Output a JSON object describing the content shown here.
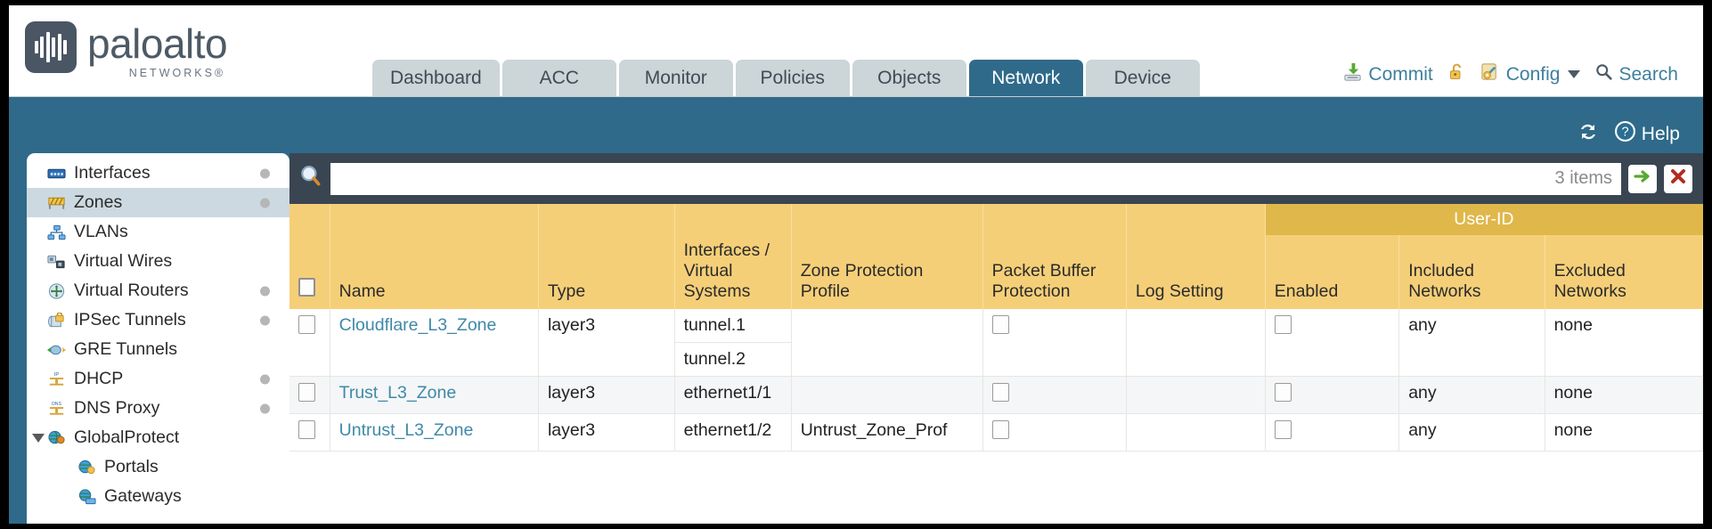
{
  "brand": {
    "name": "paloalto",
    "tagline": "NETWORKS",
    "registered": "®"
  },
  "tabs": [
    {
      "label": "Dashboard",
      "active": false
    },
    {
      "label": "ACC",
      "active": false
    },
    {
      "label": "Monitor",
      "active": false
    },
    {
      "label": "Policies",
      "active": false
    },
    {
      "label": "Objects",
      "active": false
    },
    {
      "label": "Network",
      "active": true
    },
    {
      "label": "Device",
      "active": false
    }
  ],
  "header_tools": [
    {
      "label": "Commit",
      "icon": "commit-save-icon"
    },
    {
      "label": "",
      "icon": "unlock-padlock-icon"
    },
    {
      "label": "Config",
      "icon": "config-wrench-icon",
      "dropdown": true
    },
    {
      "label": "Search",
      "icon": "search-magnifier-icon"
    }
  ],
  "banner": {
    "refresh_label": "",
    "help_label": "Help"
  },
  "sidebar": {
    "items": [
      {
        "label": "Interfaces",
        "icon": "interfaces-icon",
        "dot": true,
        "selected": false,
        "child": false,
        "expander": false
      },
      {
        "label": "Zones",
        "icon": "zones-icon",
        "dot": true,
        "selected": true,
        "child": false,
        "expander": false
      },
      {
        "label": "VLANs",
        "icon": "vlans-icon",
        "dot": false,
        "selected": false,
        "child": false,
        "expander": false
      },
      {
        "label": "Virtual Wires",
        "icon": "virtual-wires-icon",
        "dot": false,
        "selected": false,
        "child": false,
        "expander": false
      },
      {
        "label": "Virtual Routers",
        "icon": "virtual-routers-icon",
        "dot": true,
        "selected": false,
        "child": false,
        "expander": false
      },
      {
        "label": "IPSec Tunnels",
        "icon": "ipsec-tunnels-icon",
        "dot": true,
        "selected": false,
        "child": false,
        "expander": false
      },
      {
        "label": "GRE Tunnels",
        "icon": "gre-tunnels-icon",
        "dot": false,
        "selected": false,
        "child": false,
        "expander": false
      },
      {
        "label": "DHCP",
        "icon": "dhcp-icon",
        "dot": true,
        "selected": false,
        "child": false,
        "expander": false
      },
      {
        "label": "DNS Proxy",
        "icon": "dns-proxy-icon",
        "dot": true,
        "selected": false,
        "child": false,
        "expander": false
      },
      {
        "label": "GlobalProtect",
        "icon": "globalprotect-icon",
        "dot": false,
        "selected": false,
        "child": false,
        "expander": true
      },
      {
        "label": "Portals",
        "icon": "portals-icon",
        "dot": false,
        "selected": false,
        "child": true,
        "expander": false
      },
      {
        "label": "Gateways",
        "icon": "gateways-icon",
        "dot": false,
        "selected": false,
        "child": true,
        "expander": false
      }
    ]
  },
  "search": {
    "value": "",
    "placeholder": "",
    "items_count": "3 items",
    "apply_icon": "green-arrow-icon",
    "clear_icon": "red-x-icon"
  },
  "table": {
    "group_header": "User-ID",
    "columns": [
      "Name",
      "Type",
      "Interfaces / Virtual Systems",
      "Zone Protection Profile",
      "Packet Buffer Protection",
      "Log Setting",
      "Enabled",
      "Included Networks",
      "Excluded Networks"
    ],
    "rows": [
      {
        "name": "Cloudflare_L3_Zone",
        "type": "layer3",
        "interfaces": [
          "tunnel.1",
          "tunnel.2"
        ],
        "zone_protection_profile": "",
        "packet_buffer_protection": false,
        "log_setting": "",
        "userid_enabled": false,
        "included_networks": "any",
        "excluded_networks": "none"
      },
      {
        "name": "Trust_L3_Zone",
        "type": "layer3",
        "interfaces": [
          "ethernet1/1"
        ],
        "zone_protection_profile": "",
        "packet_buffer_protection": false,
        "log_setting": "",
        "userid_enabled": false,
        "included_networks": "any",
        "excluded_networks": "none"
      },
      {
        "name": "Untrust_L3_Zone",
        "type": "layer3",
        "interfaces": [
          "ethernet1/2"
        ],
        "zone_protection_profile": "Untrust_Zone_Prof",
        "packet_buffer_protection": false,
        "log_setting": "",
        "userid_enabled": false,
        "included_networks": "any",
        "excluded_networks": "none"
      }
    ]
  },
  "colors": {
    "brand_blue": "#2f6a8a",
    "header_gold": "#f5cf78",
    "group_gold": "#e0b74a",
    "searchbar_dark": "#3a4552",
    "link_blue": "#3f89a8",
    "selected_side": "#ccd9e0"
  }
}
